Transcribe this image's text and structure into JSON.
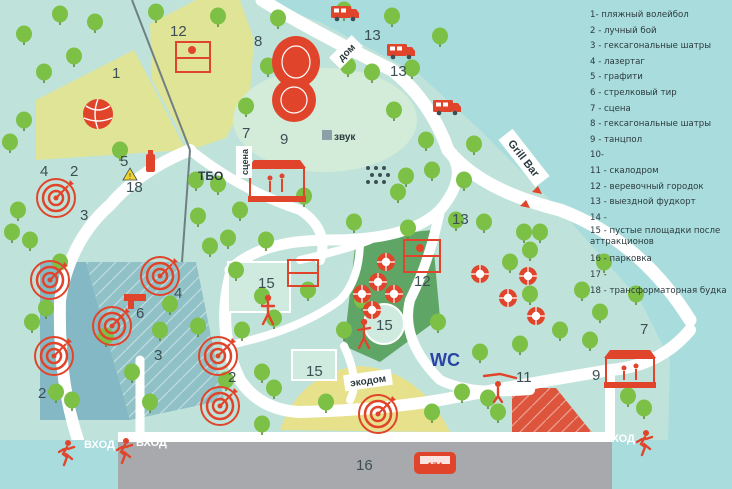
{
  "zone_numbers": {
    "n1": "1",
    "n2a": "2",
    "n2b": "2",
    "n2c": "2",
    "n3a": "3",
    "n3b": "3",
    "n4a": "4",
    "n4b": "4",
    "n5": "5",
    "n6": "6",
    "n7a": "7",
    "n7b": "7",
    "n8": "8",
    "n9a": "9",
    "n9b": "9",
    "n11": "11",
    "n12a": "12",
    "n12b": "12",
    "n13a": "13",
    "n13b": "13",
    "n13c": "13",
    "n15a": "15",
    "n15b": "15",
    "n15c": "15",
    "n16": "16",
    "n18": "18"
  },
  "labels": {
    "dom": "дом",
    "zvuk": "звук",
    "scena": "сцена",
    "tbo": "ТБО",
    "grill_bar": "Grill Bar",
    "wc": "WC",
    "ekodom": "экодом",
    "entrance_1": "ВХОД",
    "entrance_2": "ВХОД",
    "entrance_3": "ВХОД",
    "bus_plate": "174"
  },
  "legend": [
    "1- пляжный волейбол",
    "2 - лучный бой",
    "3 - гексагональные шатры",
    "4 - лазертаг",
    "5 - графити",
    "6 - стрелковый тир",
    "7 - сцена",
    "8 - гексагональные шатры",
    "9 - танцпол",
    "10-",
    "11 - скалодром",
    "12 - веревочный городок",
    "13 - выездной фудкорт",
    "14 -",
    "15 - пустые площадки после аттракционов",
    "16 - парковка",
    "17 -",
    "18 - трансформаторная будка"
  ],
  "colors": {
    "water": "#a9dcdc",
    "park": "#c3e4db",
    "sand": "#e8e18c",
    "road": "#ffffff",
    "accent": "#e0452b",
    "tree": "#7cc046",
    "parking": "#a7a9ac"
  }
}
